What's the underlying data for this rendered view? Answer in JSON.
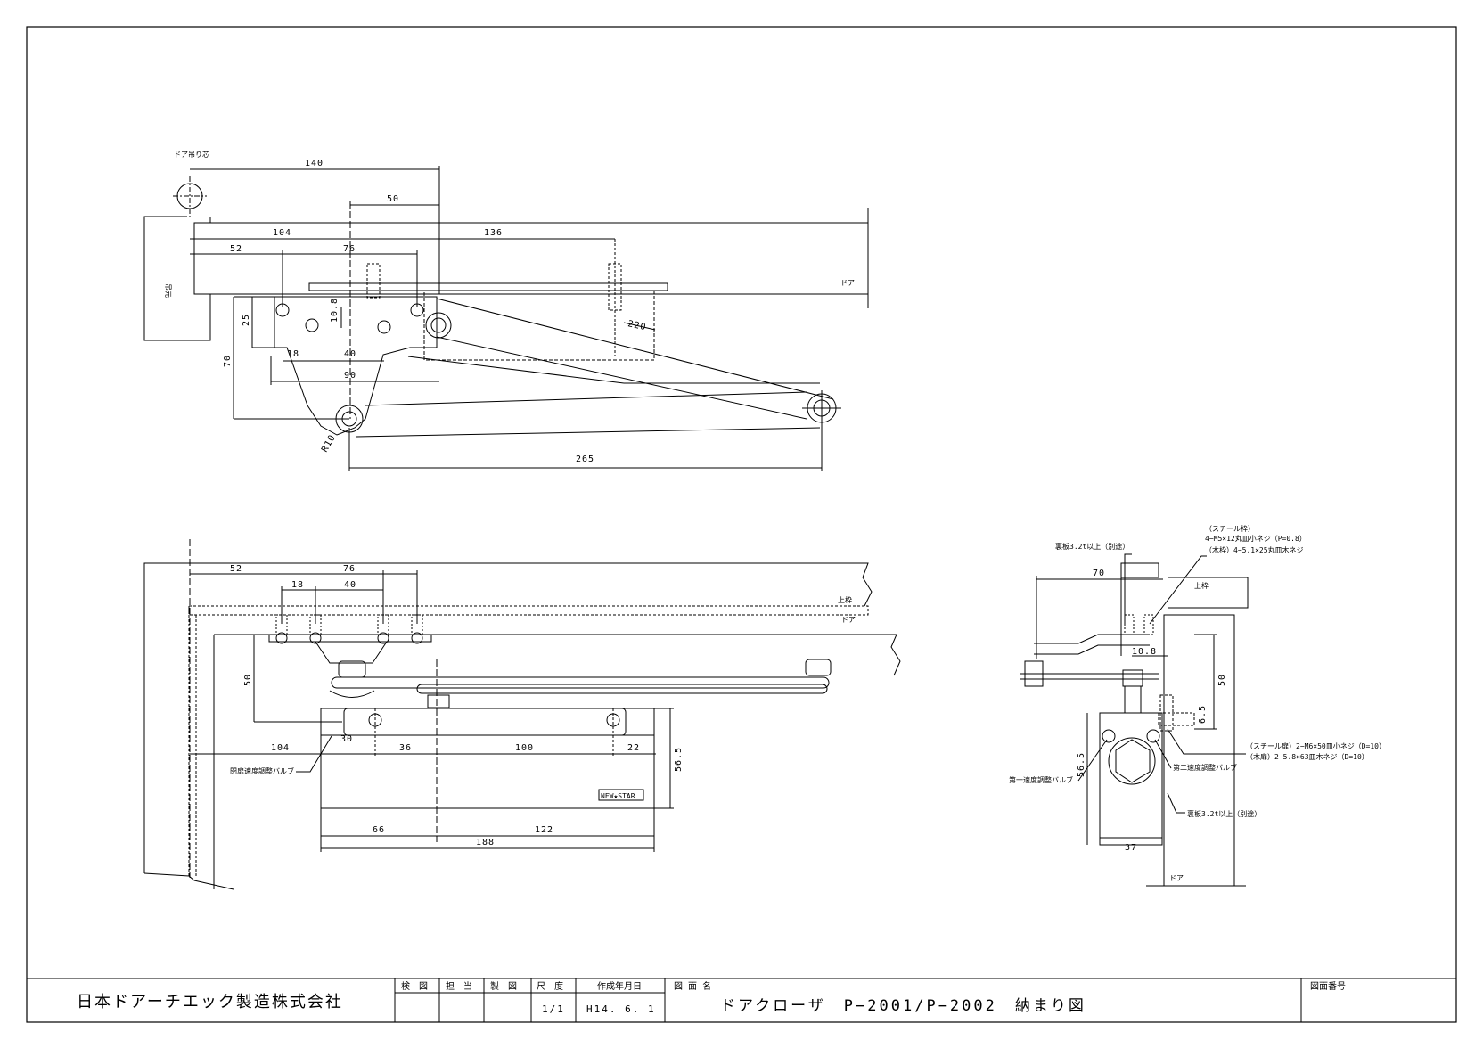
{
  "plan_view": {
    "labels": {
      "hinge_center": "ドア吊り芯",
      "hinge_side": "吊元",
      "door": "ドア"
    },
    "dims": {
      "d140": "140",
      "d50": "50",
      "d104": "104",
      "d136": "136",
      "d52": "52",
      "d76": "76",
      "d25": "25",
      "d10_8": "10.8",
      "d18": "18",
      "d40": "40",
      "d90": "90",
      "d70": "70",
      "d220": "220",
      "r10": "R10",
      "d265": "265"
    }
  },
  "front_view": {
    "labels": {
      "upper_frame": "上枠",
      "door": "ドア",
      "closing_valve": "閉扉速度調整バルブ",
      "brand": "NEW★STAR"
    },
    "dims": {
      "d52": "52",
      "d76": "76",
      "d18": "18",
      "d40": "40",
      "d50": "50",
      "d104": "104",
      "d30": "30",
      "d36": "36",
      "d100": "100",
      "d22": "22",
      "d56_5": "56.5",
      "d66": "66",
      "d122": "122",
      "d188": "188"
    }
  },
  "side_view": {
    "labels": {
      "steel_frame": "（スチール枠）",
      "screws_steel_frame": "4−M5×12丸皿小ネジ（P=0.8）",
      "screws_wood_frame": "（木枠）4−5.1×25丸皿木ネジ",
      "backing_top": "裏板3.2t以上（別途）",
      "upper_frame": "上枠",
      "steel_door_screws": "（スチール扉）2−M6×50皿小ネジ（D=10）",
      "wood_door_screws": "（木扉）2−5.8×63皿木ネジ（D=10）",
      "second_valve": "第二速度調整バルブ",
      "first_valve": "第一速度調整バルブ",
      "backing_bottom": "裏板3.2t以上（別途）",
      "door": "ドア"
    },
    "dims": {
      "d70": "70",
      "d10_8": "10.8",
      "d50": "50",
      "d6_5": "6.5",
      "d56_5": "56.5",
      "d37": "37"
    }
  },
  "title_block": {
    "company": "日本ドアーチエック製造株式会社",
    "headers": {
      "inspect": "検　図",
      "charge": "担　当",
      "draw": "製　図",
      "scale": "尺　度",
      "date": "作成年月日",
      "drawing_name": "図 面 名",
      "drawing_no": "図面番号"
    },
    "scale": "1/1",
    "date": "H14. 6. 1",
    "drawing_name": "ドアクローザ　P−2001/P−2002　納まり図"
  }
}
